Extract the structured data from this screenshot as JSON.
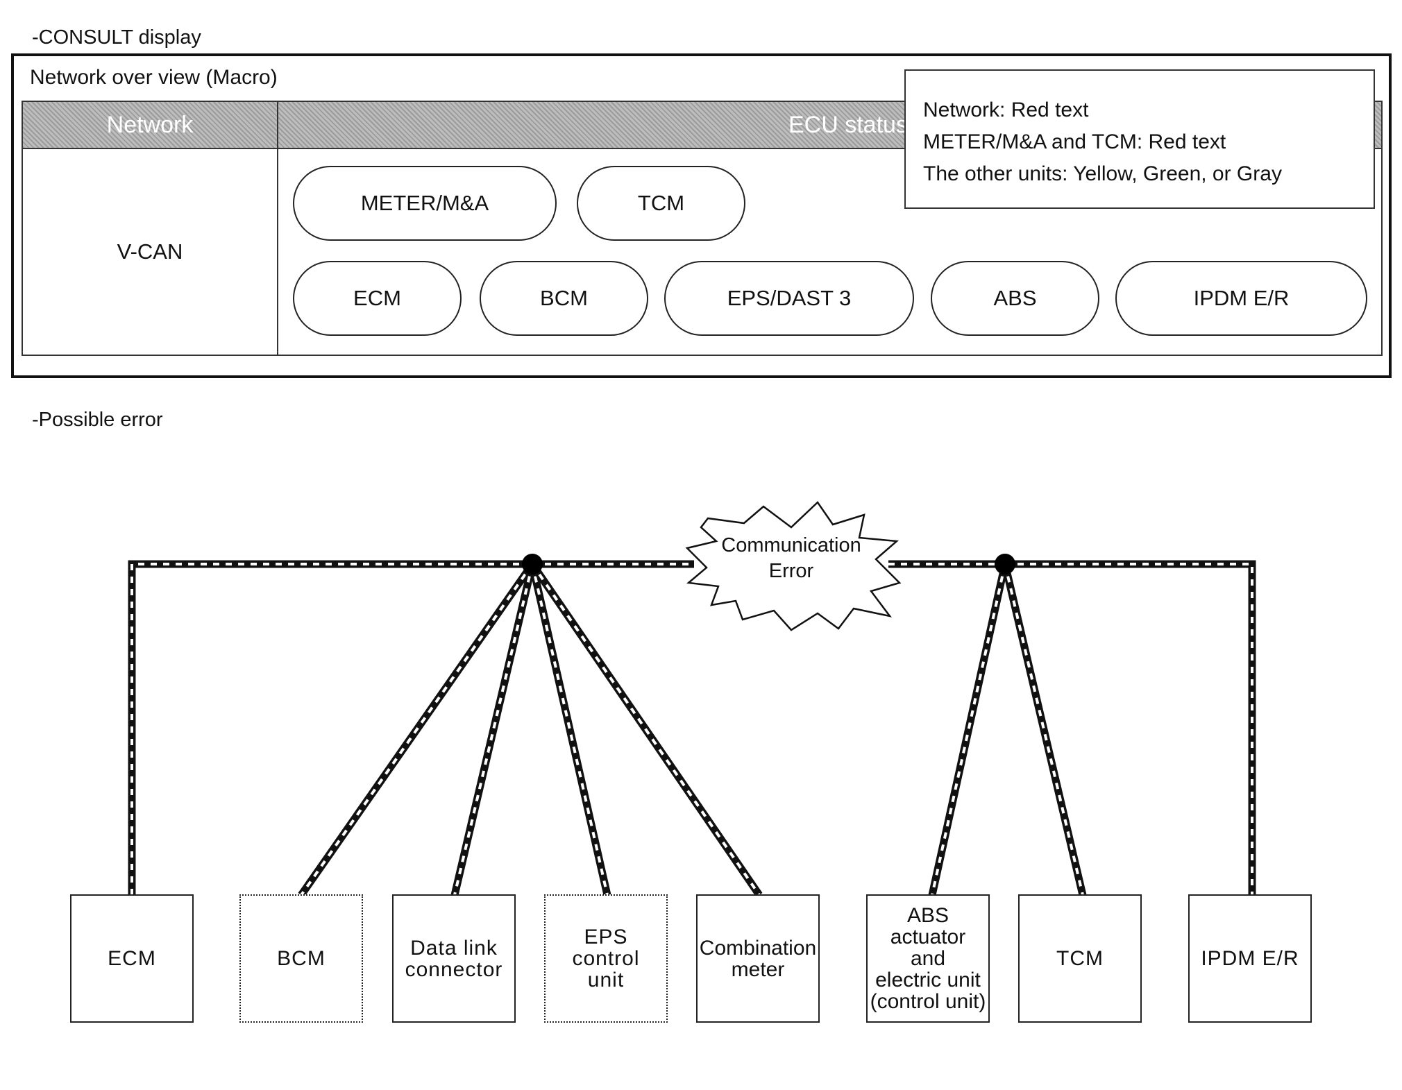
{
  "consult": {
    "caption": "-CONSULT display",
    "window_title": "Network over view (Macro)",
    "header": {
      "network": "Network",
      "ecu_status": "ECU status"
    },
    "network_name": "V-CAN",
    "ecus_row1": [
      "METER/M&A",
      "TCM"
    ],
    "ecus_row2": [
      "ECM",
      "BCM",
      "EPS/DAST 3",
      "ABS",
      "IPDM E/R"
    ]
  },
  "legend": {
    "lines": [
      "Network: Red text",
      "METER/M&A and TCM: Red text",
      "The other units: Yellow, Green, or Gray"
    ]
  },
  "possible_error": {
    "caption": "-Possible error",
    "error_label": "Communication\nError",
    "units": [
      "ECM",
      "BCM",
      "Data link\nconnector",
      "EPS\ncontrol\nunit",
      "Combination\nmeter",
      "ABS\nactuator\nand\nelectric unit\n(control unit)",
      "TCM",
      "IPDM E/R"
    ]
  }
}
